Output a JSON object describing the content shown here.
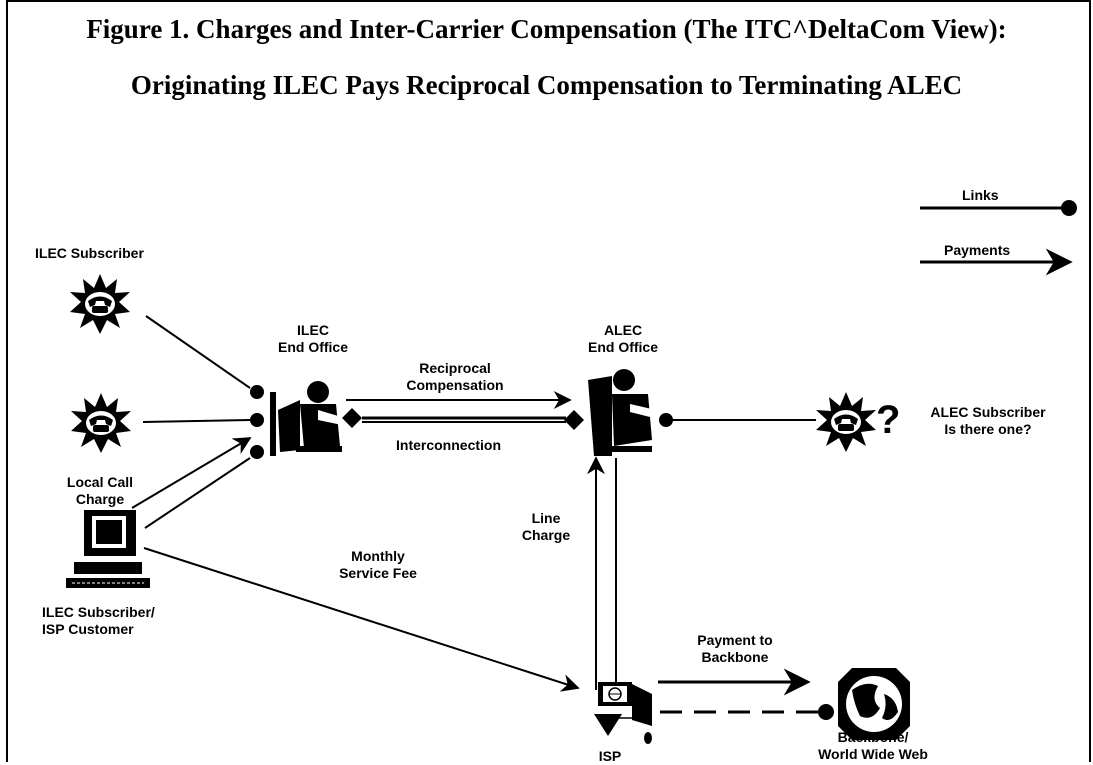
{
  "figure": {
    "title_line1": "Figure 1.  Charges and Inter-Carrier Compensation (The ITC^DeltaCom View):",
    "title_line2": "Originating ILEC Pays Reciprocal Compensation to Terminating ALEC"
  },
  "legend": {
    "links_label": "Links",
    "payments_label": "Payments"
  },
  "labels": {
    "ilec_subscriber": "ILEC Subscriber",
    "ilec_end_office_1": "ILEC",
    "ilec_end_office_2": "End Office",
    "alec_end_office_1": "ALEC",
    "alec_end_office_2": "End Office",
    "reciprocal_1": "Reciprocal",
    "reciprocal_2": "Compensation",
    "interconnection": "Interconnection",
    "alec_subscriber_1": "ALEC Subscriber",
    "alec_subscriber_2": "Is there one?",
    "question_mark": "?",
    "local_call_1": "Local Call",
    "local_call_2": "Charge",
    "line_charge_1": "Line",
    "line_charge_2": "Charge",
    "monthly_fee_1": "Monthly",
    "monthly_fee_2": "Service Fee",
    "isp_customer_1": "ILEC Subscriber/",
    "isp_customer_2": "ISP Customer",
    "payment_backbone_1": "Payment to",
    "payment_backbone_2": "Backbone",
    "isp": "ISP",
    "backbone_1": "Backbone/",
    "backbone_2": "World Wide Web"
  },
  "icons": [
    "phone-burst-icon",
    "operator-icon",
    "computer-icon",
    "isp-server-icon",
    "globe-icon"
  ],
  "colors": {
    "ink": "#000000",
    "background": "#ffffff"
  }
}
